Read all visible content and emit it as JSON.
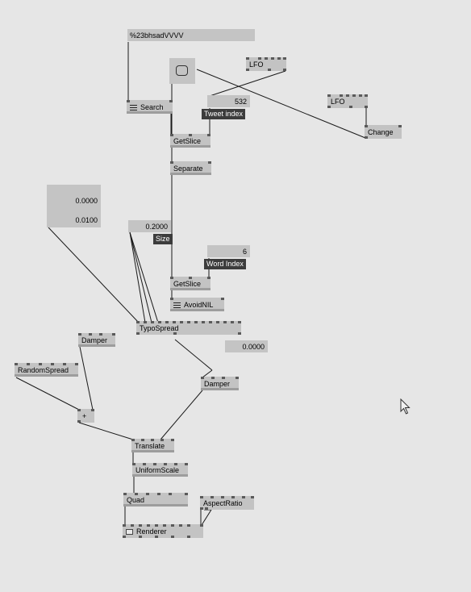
{
  "search_string": "%23bhsadVVVV",
  "nodes": {
    "lfo_1": "LFO",
    "lfo_2": "LFO",
    "search": "Search",
    "change": "Change",
    "getslice_1": "GetSlice",
    "separate": "Separate",
    "getslice_2": "GetSlice",
    "avoidnil": "AvoidNIL",
    "typospread": "TypoSpread",
    "damper_1": "Damper",
    "damper_2": "Damper",
    "randomspread": "RandomSpread",
    "plus": "+",
    "translate": "Translate",
    "uniformscale": "UniformScale",
    "quad": "Quad",
    "aspectratio": "AspectRatio",
    "renderer": "Renderer"
  },
  "values": {
    "tweet_index": "532",
    "tweet_index_label": "Tweet index",
    "spread_a": "0.0000",
    "spread_b": "0.0100",
    "size": "0.2000",
    "size_label": "Size",
    "word_index": "6",
    "word_index_label": "Word Index",
    "zero": "0.0000"
  },
  "icons": {
    "search": "menu-icon",
    "avoidnil": "menu-icon",
    "renderer": "window-icon",
    "bang": "bang-button-icon",
    "cursor": "mouse-pointer-icon"
  },
  "colors": {
    "background": "#e6e6e6",
    "node": "#c3c3c3",
    "pin": "#5a5a5a",
    "label_tag": "#3c3c3c"
  }
}
